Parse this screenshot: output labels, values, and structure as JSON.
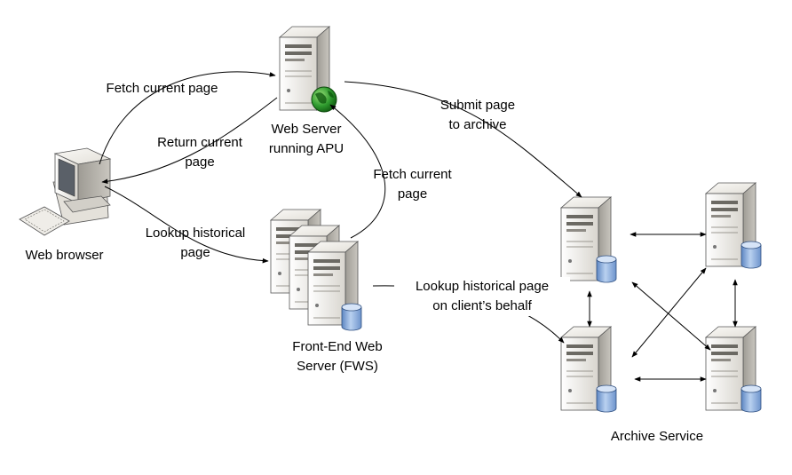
{
  "nodes": {
    "web_server": {
      "label_line1": "Web Server",
      "label_line2": "running APU"
    },
    "web_browser": {
      "label": "Web browser"
    },
    "fws": {
      "label_line1": "Front-End Web",
      "label_line2": "Server (FWS)"
    },
    "archive_service": {
      "label": "Archive Service"
    }
  },
  "edges": {
    "fetch_current_browser": {
      "label": "Fetch current page"
    },
    "return_current": {
      "label_line1": "Return current",
      "label_line2": "page"
    },
    "lookup_historical": {
      "label_line1": "Lookup historical",
      "label_line2": "page"
    },
    "fetch_current_fws": {
      "label_line1": "Fetch current",
      "label_line2": "page"
    },
    "submit_page": {
      "label_line1": "Submit page",
      "label_line2": "to archive"
    },
    "lookup_behalf": {
      "label_line1": "Lookup historical page",
      "label_line2": "on client’s behalf"
    }
  },
  "colors": {
    "server_light": "#f4f2ec",
    "server_dark": "#bdbab2",
    "globe_green": "#2e9a2e",
    "db_blue": "#8fb3e0",
    "line": "#000000"
  }
}
